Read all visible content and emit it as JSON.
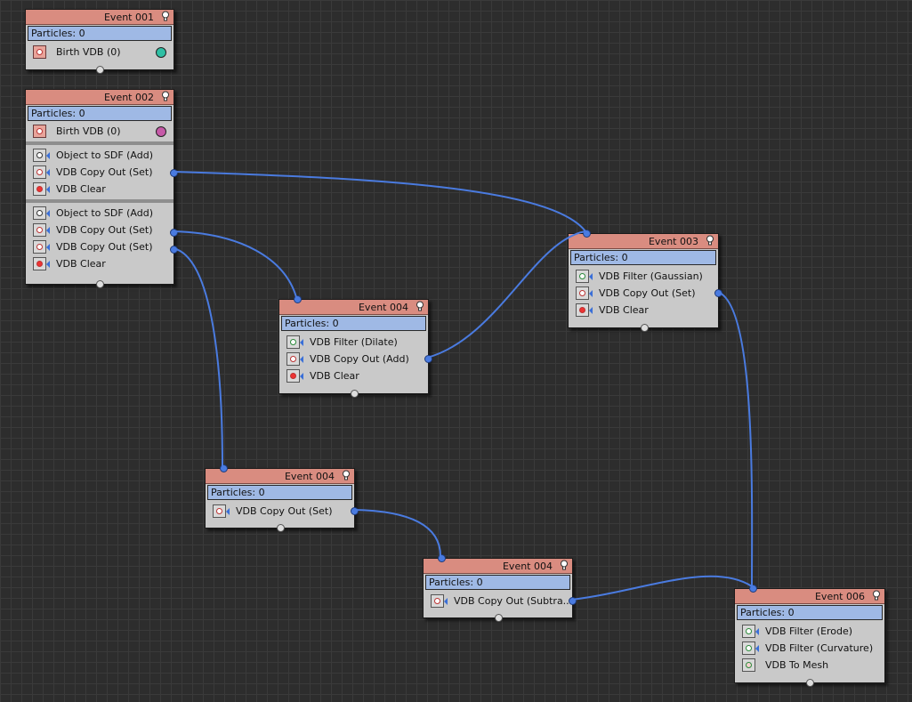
{
  "colors": {
    "background": "#2d2d2d",
    "header": "#d98c80",
    "particles_bar": "#9fb9e5",
    "node_body": "#c9c9c9",
    "wire": "#4a7be0"
  },
  "nodes": {
    "event001": {
      "title": "Event 001",
      "particles": "Particles: 0",
      "ops": [
        {
          "label": "Birth VDB (0)",
          "icon": "birth-icon",
          "dot_color": "#2fbfa4"
        }
      ]
    },
    "event002": {
      "title": "Event 002",
      "particles": "Particles: 0",
      "ops": [
        {
          "label": "Birth VDB (0)",
          "icon": "birth-icon",
          "dot_color": "#c65aa8"
        },
        {
          "label": "Object to SDF (Add)",
          "icon": "object-to-sdf-icon"
        },
        {
          "label": "VDB Copy Out (Set)",
          "icon": "copy-out-icon"
        },
        {
          "label": "VDB Clear",
          "icon": "clear-icon"
        },
        {
          "label": "Object to SDF (Add)",
          "icon": "object-to-sdf-icon"
        },
        {
          "label": "VDB Copy Out (Set)",
          "icon": "copy-out-icon"
        },
        {
          "label": "VDB Copy Out (Set)",
          "icon": "copy-out-icon"
        },
        {
          "label": "VDB Clear",
          "icon": "clear-icon"
        }
      ]
    },
    "event003": {
      "title": "Event 003",
      "particles": "Particles: 0",
      "ops": [
        {
          "label": "VDB Filter (Gaussian)",
          "icon": "filter-icon"
        },
        {
          "label": "VDB Copy Out (Set)",
          "icon": "copy-out-icon"
        },
        {
          "label": "VDB Clear",
          "icon": "clear-icon"
        }
      ]
    },
    "event004a": {
      "title": "Event 004",
      "particles": "Particles: 0",
      "ops": [
        {
          "label": "VDB Filter (Dilate)",
          "icon": "filter-icon"
        },
        {
          "label": "VDB Copy Out (Add)",
          "icon": "copy-out-icon"
        },
        {
          "label": "VDB Clear",
          "icon": "clear-icon"
        }
      ]
    },
    "event004b": {
      "title": "Event 004",
      "particles": "Particles: 0",
      "ops": [
        {
          "label": "VDB Copy Out (Set)",
          "icon": "copy-out-icon"
        }
      ]
    },
    "event004c": {
      "title": "Event 004",
      "particles": "Particles: 0",
      "ops": [
        {
          "label": "VDB Copy Out (Subtra...",
          "icon": "copy-out-icon"
        }
      ]
    },
    "event006": {
      "title": "Event 006",
      "particles": "Particles: 0",
      "ops": [
        {
          "label": "VDB Filter (Erode)",
          "icon": "filter-icon"
        },
        {
          "label": "VDB Filter (Curvature)",
          "icon": "filter-icon"
        },
        {
          "label": "VDB To Mesh",
          "icon": "to-mesh-icon"
        }
      ]
    }
  }
}
